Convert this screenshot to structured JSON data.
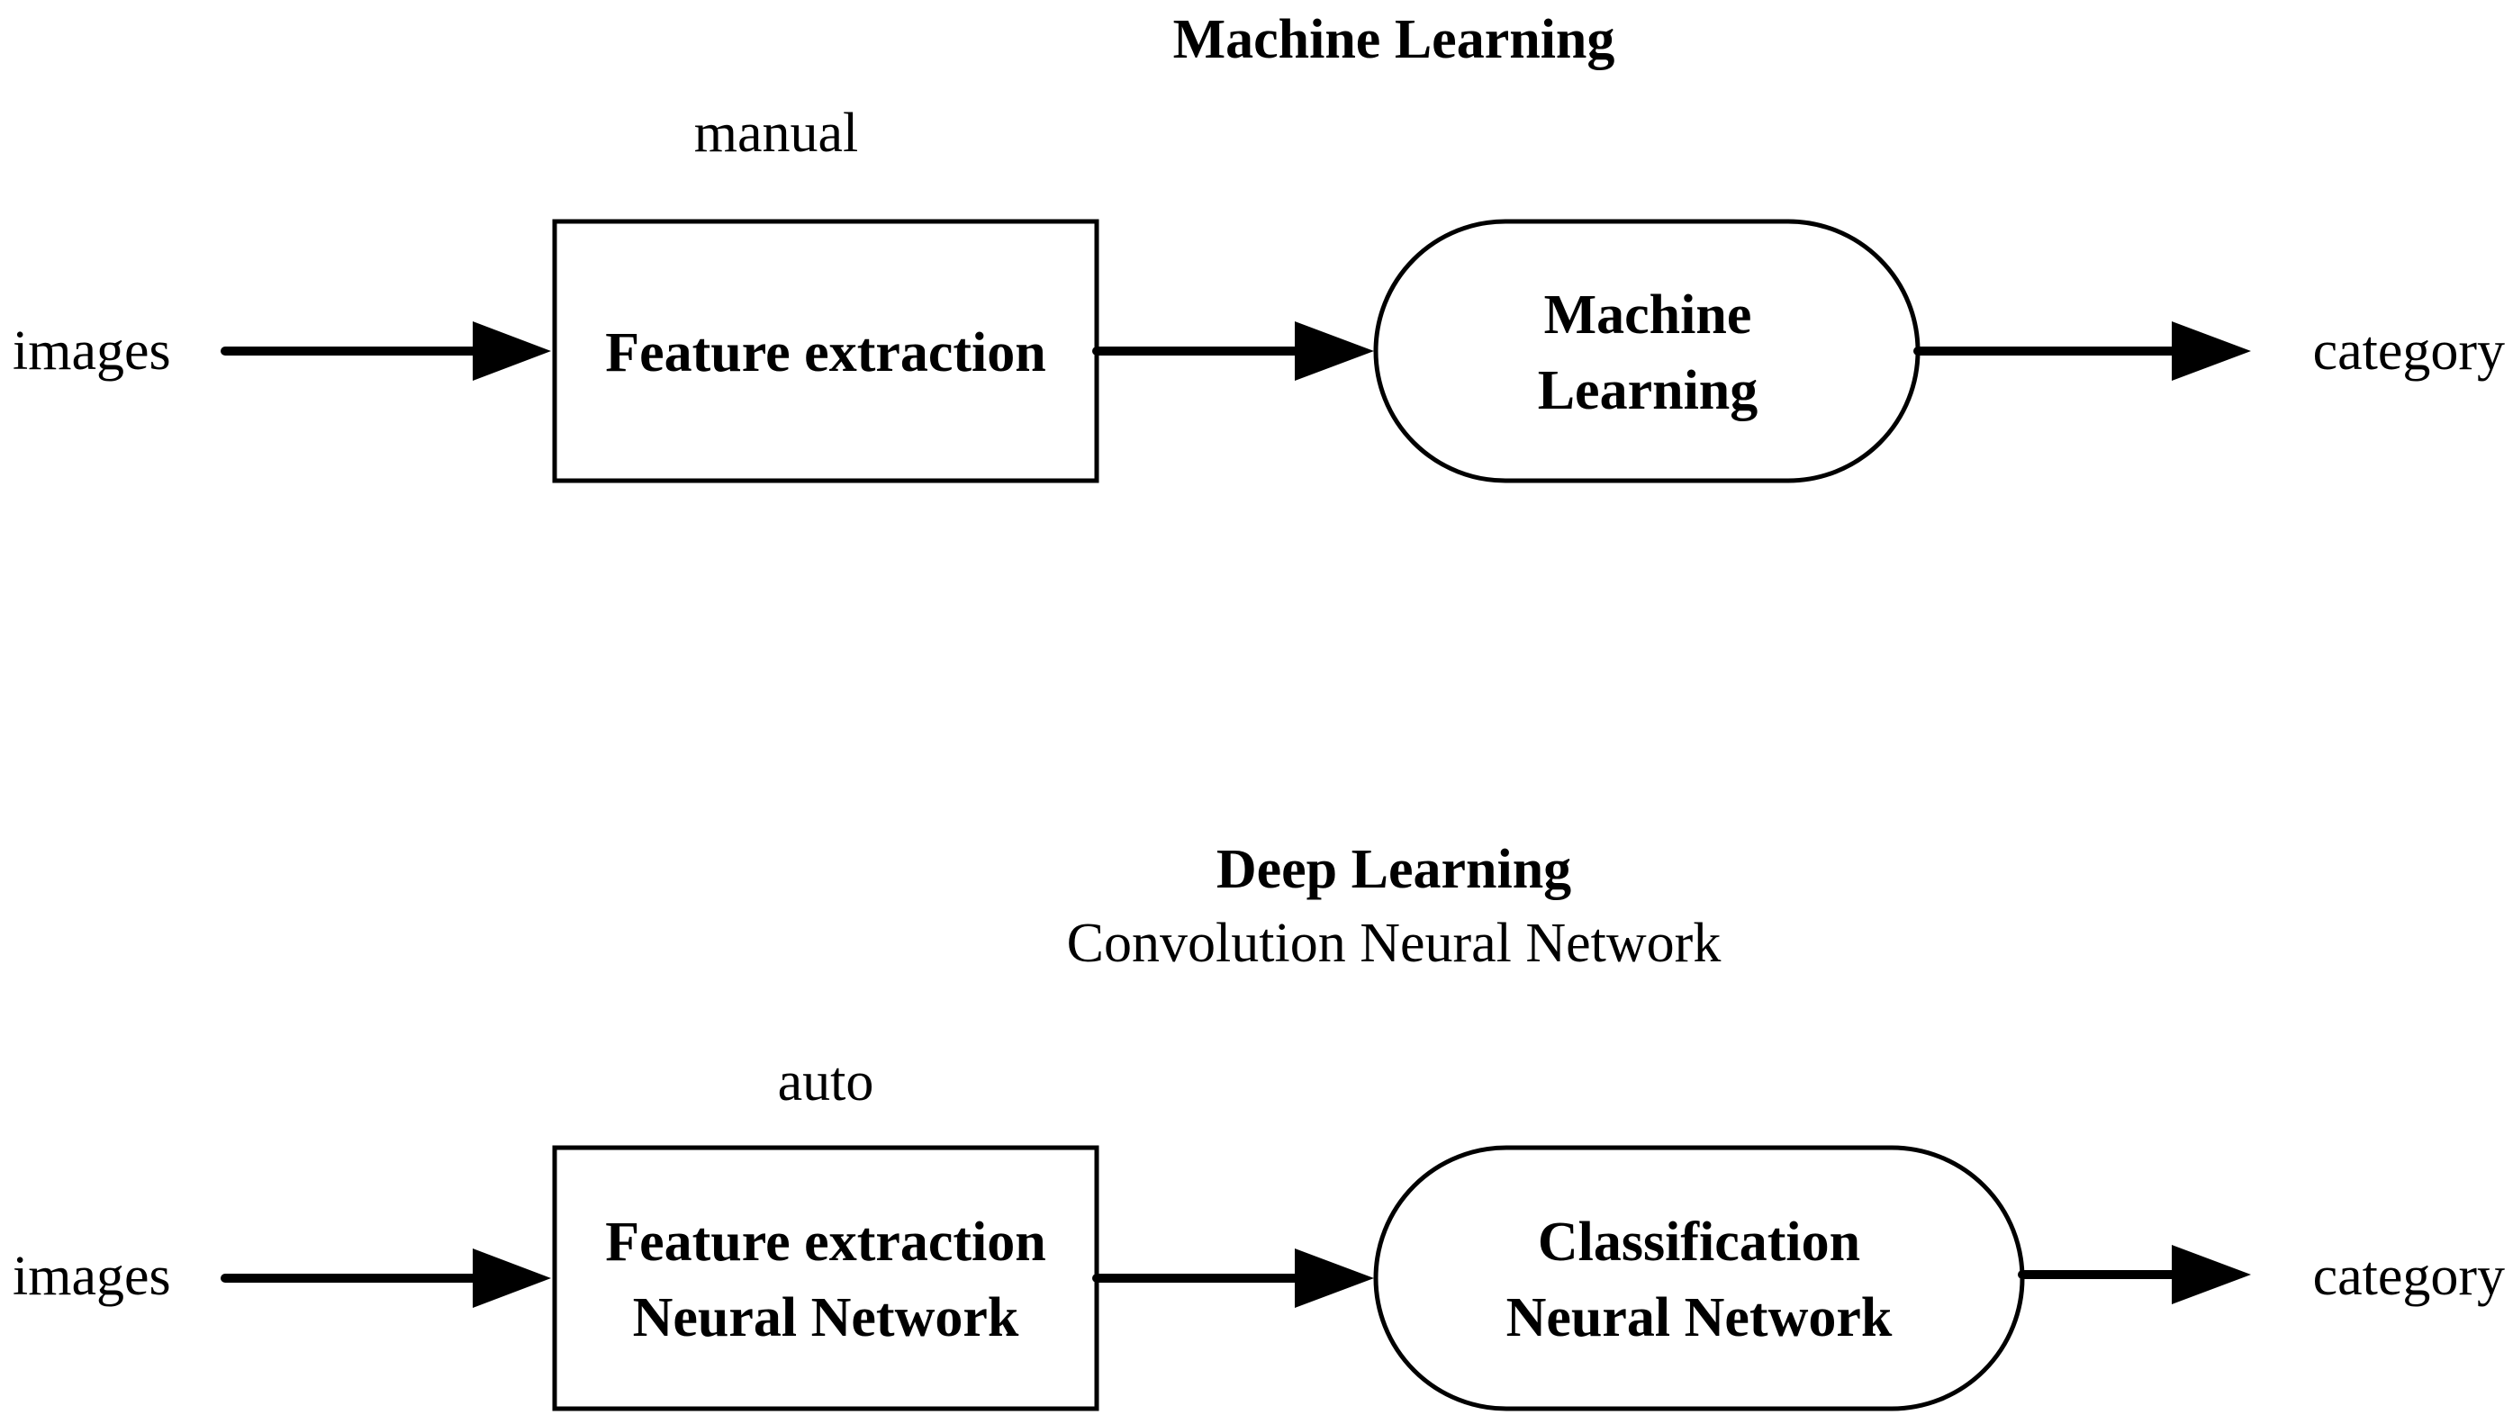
{
  "colors": {
    "background": "#ffffff",
    "ink": "#000000"
  },
  "ml": {
    "title": "Machine Learning",
    "note": "manual",
    "input": "images",
    "output": "category",
    "box1_line1": "Feature extraction",
    "box2_line1": "Machine",
    "box2_line2": "Learning"
  },
  "dl": {
    "title": "Deep Learning",
    "subtitle": "Convolution Neural Network",
    "note": "auto",
    "input": "images",
    "output": "category",
    "box1_line1": "Feature extraction",
    "box1_line2": "Neural Network",
    "box2_line1": "Classification",
    "box2_line2": "Neural Network"
  }
}
